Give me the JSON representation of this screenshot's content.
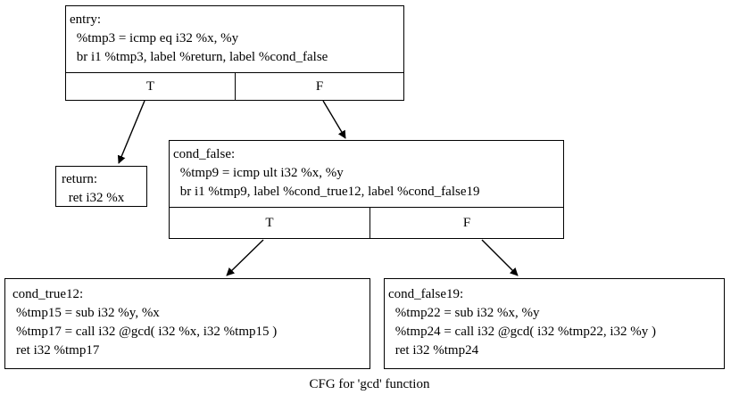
{
  "graph": {
    "caption": "CFG for 'gcd' function",
    "function_name": "gcd",
    "background_color": "#ffffff",
    "node_border_color": "#000000",
    "edge_color": "#000000",
    "text_color": "#000000"
  },
  "nodes": {
    "entry": {
      "label": "entry:",
      "lines": [
        "entry:",
        " %tmp3 = icmp eq i32 %x, %y",
        " br i1 %tmp3, label %return, label %cond_false"
      ],
      "ports": [
        {
          "key": "T",
          "label": "T"
        },
        {
          "key": "F",
          "label": "F"
        }
      ]
    },
    "return": {
      "label": "return:",
      "lines": [
        "return:",
        " ret i32 %x"
      ],
      "ports": []
    },
    "cond_false": {
      "label": "cond_false:",
      "lines": [
        "cond_false:",
        " %tmp9 = icmp ult i32 %x, %y",
        " br i1 %tmp9, label %cond_true12, label %cond_false19"
      ],
      "ports": [
        {
          "key": "T",
          "label": "T"
        },
        {
          "key": "F",
          "label": "F"
        }
      ]
    },
    "cond_true12": {
      "label": "cond_true12:",
      "lines": [
        "cond_true12:",
        "%tmp15 = sub i32 %y, %x",
        "%tmp17 = call i32 @gcd( i32 %x, i32 %tmp15 )",
        "ret i32 %tmp17"
      ],
      "ports": []
    },
    "cond_false19": {
      "label": "cond_false19:",
      "lines": [
        "cond_false19:",
        " %tmp22 = sub i32 %x, %y",
        " %tmp24 = call i32 @gcd( i32 %tmp22, i32 %y )",
        " ret i32 %tmp24"
      ],
      "ports": []
    }
  },
  "edges": [
    {
      "from": "entry",
      "port": "T",
      "to": "return"
    },
    {
      "from": "entry",
      "port": "F",
      "to": "cond_false"
    },
    {
      "from": "cond_false",
      "port": "T",
      "to": "cond_true12"
    },
    {
      "from": "cond_false",
      "port": "F",
      "to": "cond_false19"
    }
  ]
}
